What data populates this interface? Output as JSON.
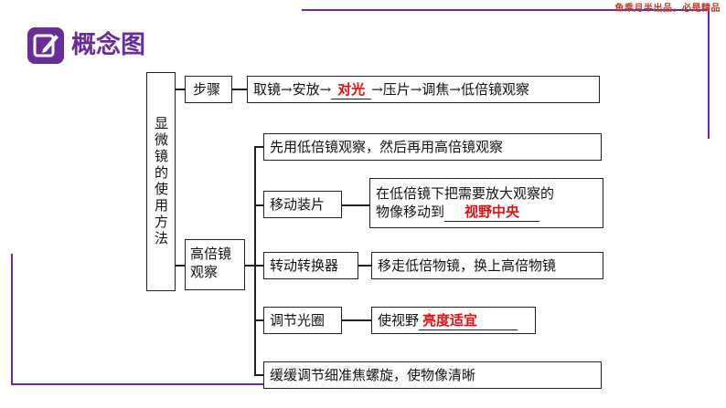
{
  "brand": "鱼乘月半出品，必是精品",
  "heading": {
    "title": "概念图",
    "icon": "pencil-check-icon"
  },
  "root": {
    "label": "显微镜的使用方法"
  },
  "steps": {
    "label": "步骤",
    "sequence": [
      {
        "text": "取镜"
      },
      {
        "text": "安放"
      },
      {
        "text": "对光",
        "answer": true
      },
      {
        "text": "压片"
      },
      {
        "text": "调焦"
      },
      {
        "text": "低倍镜观察"
      }
    ]
  },
  "high": {
    "label_line1": "高倍镜",
    "label_line2": "观察",
    "first": "先用低倍镜观察，然后再用高倍镜观察",
    "move": {
      "label": "移动装片",
      "desc_line1": "在低倍镜下把需要放大观察的",
      "desc_line2_prefix": "物像移动到",
      "answer": "视野中央"
    },
    "rotate": {
      "label": "转动转换器",
      "desc": "移走低倍物镜，换上高倍物镜"
    },
    "aperture": {
      "label": "调节光圈",
      "desc_prefix": "使视野",
      "answer": "亮度适宜"
    },
    "focus": "缓缓调节细准焦螺旋，使物像清晰"
  },
  "colors": {
    "accent": "#6a2c9a",
    "answer": "#e01010",
    "brand": "#c0392b"
  }
}
